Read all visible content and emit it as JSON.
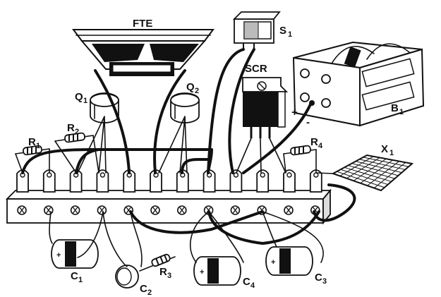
{
  "labels": {
    "speaker": "FTE",
    "switch": {
      "main": "S",
      "sub": "1"
    },
    "scr": "SCR",
    "battery": {
      "main": "B",
      "sub": "1"
    },
    "q1": {
      "main": "Q",
      "sub": "1"
    },
    "q2": {
      "main": "Q",
      "sub": "2"
    },
    "r1": {
      "main": "R",
      "sub": "1"
    },
    "r2": {
      "main": "R",
      "sub": "2"
    },
    "r3": {
      "main": "R",
      "sub": "3"
    },
    "r4": {
      "main": "R",
      "sub": "4"
    },
    "x1": {
      "main": "X",
      "sub": "1"
    },
    "c1": {
      "main": "C",
      "sub": "1"
    },
    "c2": {
      "main": "C",
      "sub": "2"
    },
    "c3": {
      "main": "C",
      "sub": "3"
    },
    "c4": {
      "main": "C",
      "sub": "4"
    },
    "plus": "+",
    "minus": "-"
  },
  "colors": {
    "ink": "#111111",
    "paper": "#ffffff"
  },
  "terminal_count": 12
}
